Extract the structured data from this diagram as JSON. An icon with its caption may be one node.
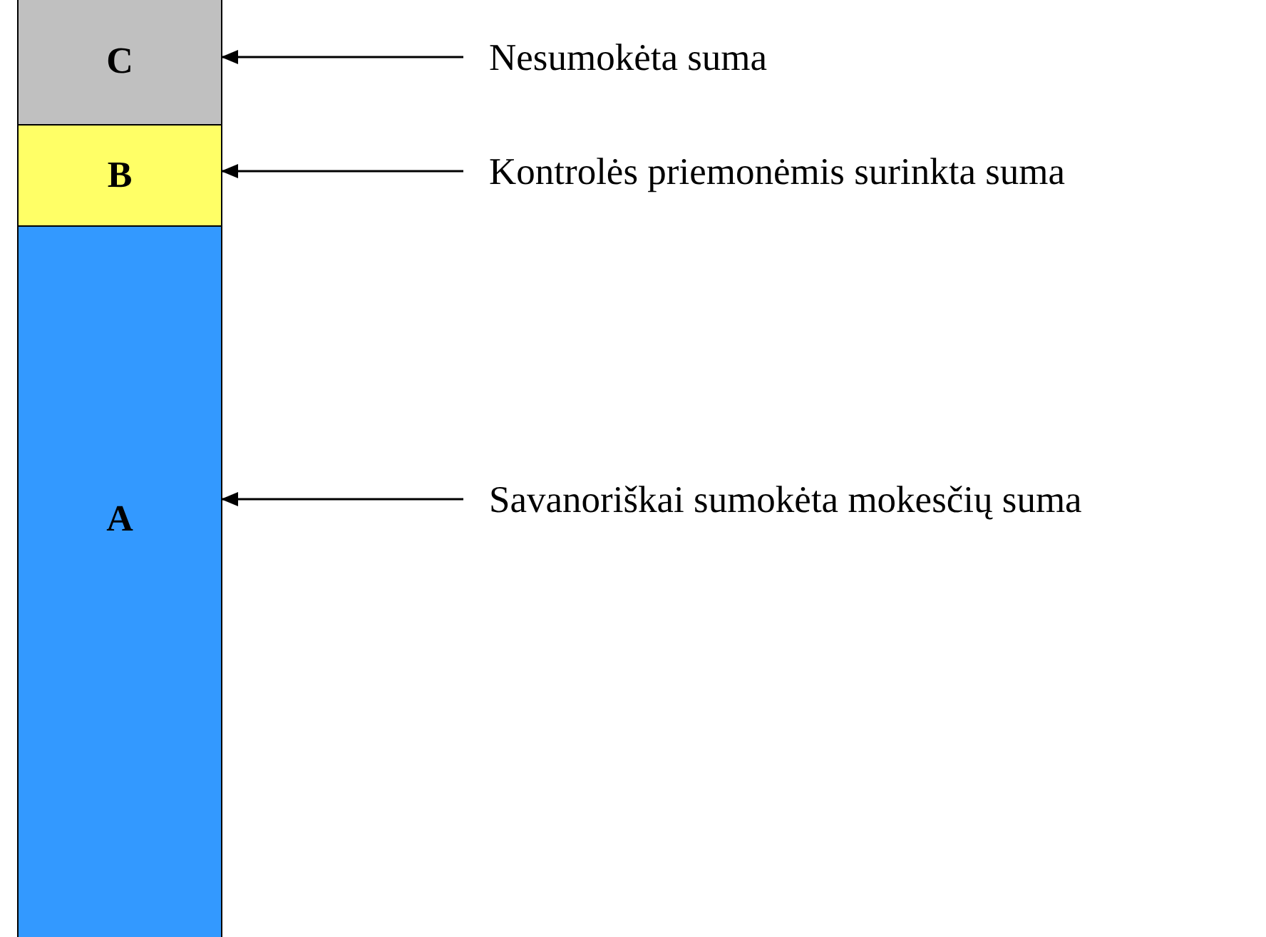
{
  "diagram": {
    "nodes": [
      {
        "text": [
          "C"
        ]
      },
      {
        "text": [
          "B"
        ]
      },
      {
        "text": [
          "A"
        ]
      },
      {
        "text": [
          "Nesumokėta suma"
        ]
      },
      {
        "text": [
          "Kontrolės priemonėmis surinkta suma"
        ]
      },
      {
        "text": [
          "Savanoriškai sumokėta mokesčių suma"
        ]
      }
    ],
    "edges": [
      {
        "from": 3,
        "to": 0,
        "arrow": "to"
      },
      {
        "from": 4,
        "to": 1,
        "arrow": "to"
      },
      {
        "from": 5,
        "to": 2,
        "arrow": "to"
      }
    ]
  }
}
